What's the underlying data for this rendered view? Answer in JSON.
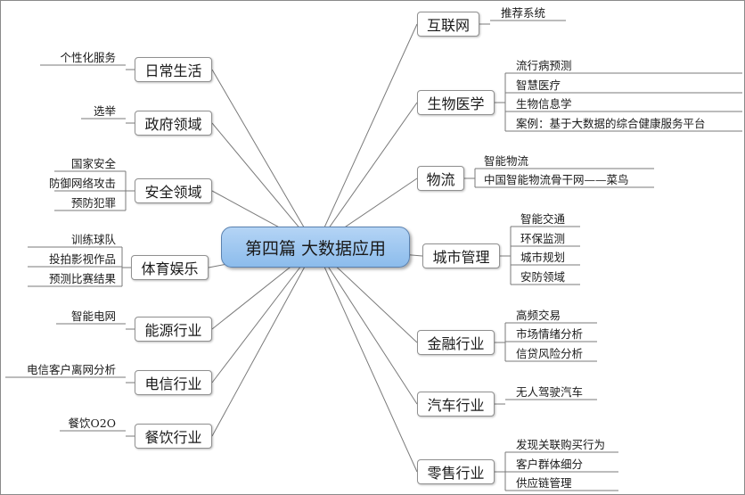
{
  "center": "第四篇 大数据应用",
  "left": [
    {
      "label": "日常生活",
      "children": [
        "个性化服务"
      ]
    },
    {
      "label": "政府领域",
      "children": [
        "选举"
      ]
    },
    {
      "label": "安全领域",
      "children": [
        "国家安全",
        "防御网络攻击",
        "预防犯罪"
      ]
    },
    {
      "label": "体育娱乐",
      "children": [
        "训练球队",
        "投拍影视作品",
        "预测比赛结果"
      ]
    },
    {
      "label": "能源行业",
      "children": [
        "智能电网"
      ]
    },
    {
      "label": "电信行业",
      "children": [
        "电信客户离网分析"
      ]
    },
    {
      "label": "餐饮行业",
      "children": [
        "餐饮O2O"
      ]
    }
  ],
  "right": [
    {
      "label": "互联网",
      "children": [
        "推荐系统"
      ]
    },
    {
      "label": "生物医学",
      "children": [
        "流行病预测",
        "智慧医疗",
        "生物信息学",
        "案例：基于大数据的综合健康服务平台"
      ]
    },
    {
      "label": "物流",
      "children": [
        "智能物流",
        "中国智能物流骨干网——菜鸟"
      ]
    },
    {
      "label": "城市管理",
      "children": [
        "智能交通",
        "环保监测",
        "城市规划",
        "安防领域"
      ]
    },
    {
      "label": "金融行业",
      "children": [
        "高频交易",
        "市场情绪分析",
        "信贷风险分析"
      ]
    },
    {
      "label": "汽车行业",
      "children": [
        "无人驾驶汽车"
      ]
    },
    {
      "label": "零售行业",
      "children": [
        "发现关联购买行为",
        "客户群体细分",
        "供应链管理"
      ]
    }
  ]
}
